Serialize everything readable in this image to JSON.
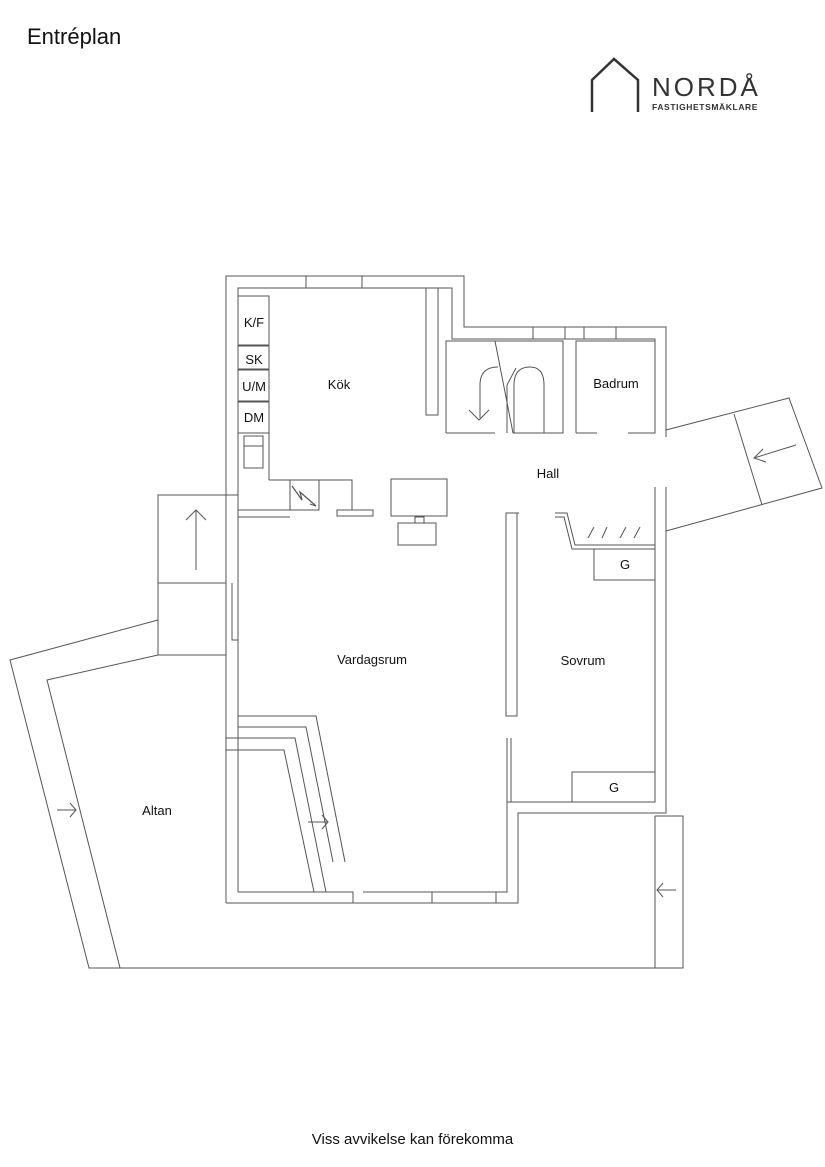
{
  "header": {
    "title": "Entréplan"
  },
  "logo": {
    "name": "NORDÅ",
    "subtitle": "FASTIGHETSMÄKLARE"
  },
  "rooms": {
    "kok": "Kök",
    "hall": "Hall",
    "badrum": "Badrum",
    "vardagsrum": "Vardagsrum",
    "sovrum": "Sovrum",
    "altan": "Altan",
    "kf": "K/F",
    "sk": "SK",
    "um": "U/M",
    "dm": "DM",
    "g1": "G",
    "g2": "G"
  },
  "footer": {
    "disclaimer": "Viss avvikelse kan förekomma"
  }
}
